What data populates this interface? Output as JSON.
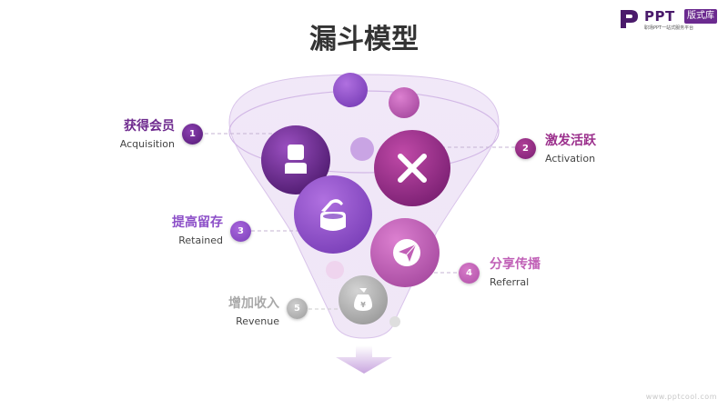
{
  "title": "漏斗模型",
  "logo": {
    "brand": "PPT",
    "tag": "版式库",
    "subtitle": "职场PPT一站式服务平台"
  },
  "website": "www.pptcool.com",
  "colors": {
    "deep_purple": "#6e2a8e",
    "magenta": "#9b2f8c",
    "violet": "#8c4fc8",
    "pink": "#c05fb6",
    "gray": "#a9a9a9"
  },
  "steps": [
    {
      "num": "1",
      "cn": "获得会员",
      "en": "Acquisition",
      "icon": "user-icon"
    },
    {
      "num": "2",
      "cn": "激发活跃",
      "en": "Activation",
      "icon": "close-icon"
    },
    {
      "num": "3",
      "cn": "提高留存",
      "en": "Retained",
      "icon": "box-icon"
    },
    {
      "num": "4",
      "cn": "分享传播",
      "en": "Referral",
      "icon": "paper-plane-icon"
    },
    {
      "num": "5",
      "cn": "增加收入",
      "en": "Revenue",
      "icon": "money-bag-icon"
    }
  ]
}
